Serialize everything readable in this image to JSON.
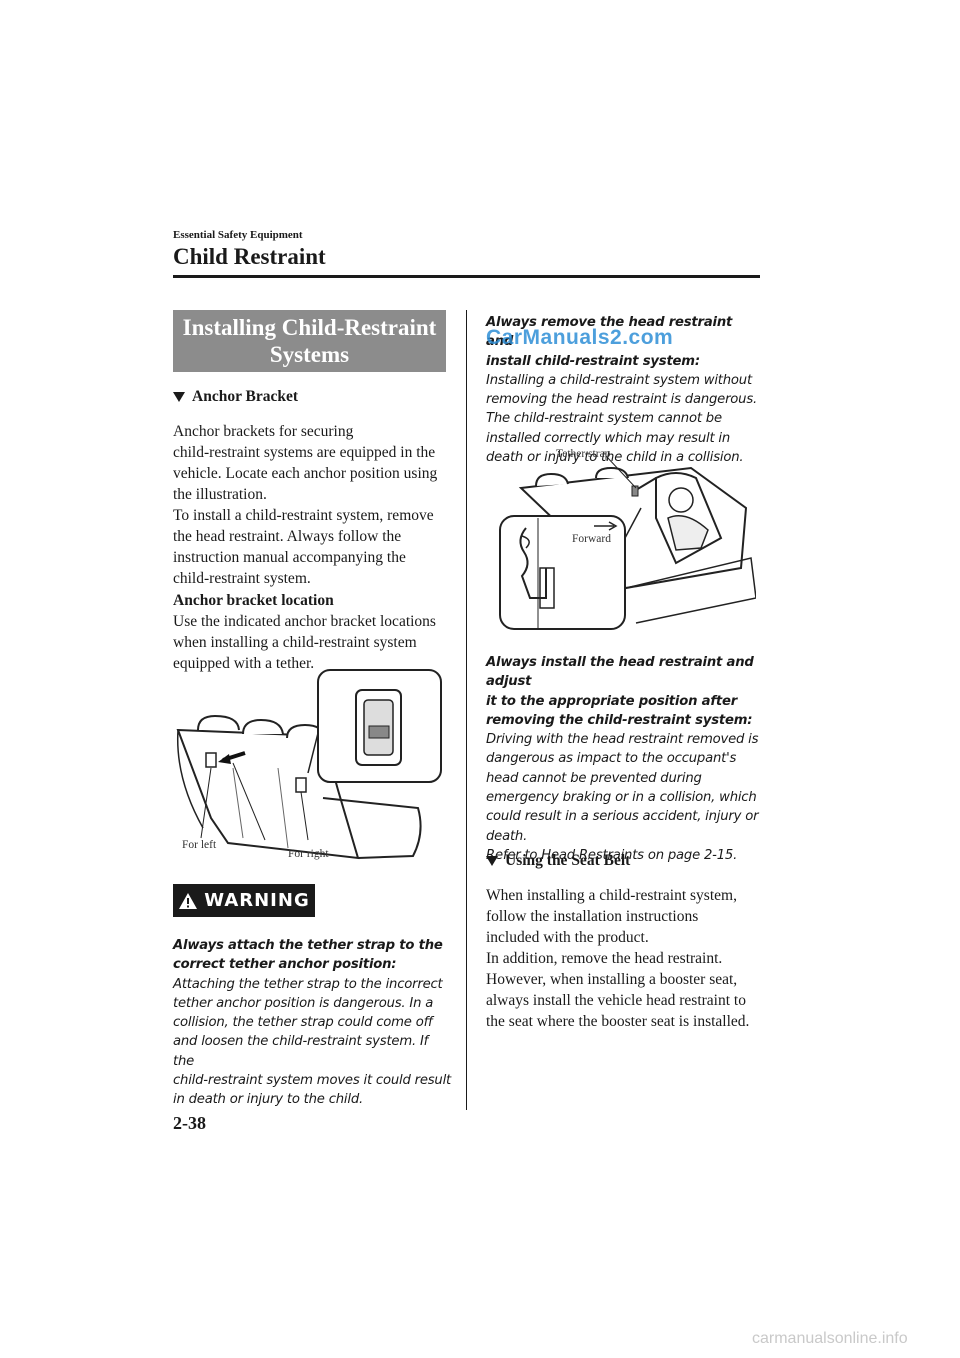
{
  "header": {
    "section": "Essential Safety Equipment",
    "title": "Child Restraint"
  },
  "left": {
    "box_title_line1": "Installing Child-Restraint",
    "box_title_line2": "Systems",
    "subhead": "Anchor Bracket",
    "para1": [
      "Anchor brackets for securing",
      "child-restraint systems are equipped in the",
      "vehicle. Locate each anchor position using",
      "the illustration.",
      "To install a child-restraint system, remove",
      "the head restraint. Always follow the",
      "instruction manual accompanying the",
      "child-restraint system."
    ],
    "subheading2": "Anchor bracket location",
    "para2": [
      "Use the indicated anchor bracket locations",
      "when installing a child-restraint system",
      "equipped with a tether."
    ],
    "figure": {
      "label_left": "For left",
      "label_right": "For right"
    },
    "warning_label": "WARNING",
    "warning_bold": [
      "Always attach the tether strap to the",
      "correct tether anchor position:"
    ],
    "warning_text": [
      "Attaching the tether strap to the incorrect",
      "tether anchor position is dangerous. In a",
      "collision, the tether strap could come off",
      "and loosen the child-restraint system. If the",
      "child-restraint system moves it could result",
      "in death or injury to the child."
    ]
  },
  "right": {
    "block1_bold": [
      "Always remove the head restraint and",
      "install child-restraint system:"
    ],
    "block1_text": [
      "Installing a child-restraint system without",
      "removing the head restraint is dangerous.",
      "The child-restraint system cannot be",
      "installed correctly which may result in",
      "death or injury to the child in a collision."
    ],
    "figure": {
      "label_tether": "Tether strap",
      "label_forward": "Forward"
    },
    "block2_bold": [
      "Always install the head restraint and adjust",
      "it to the appropriate position after",
      "removing the child-restraint system:"
    ],
    "block2_text": [
      "Driving with the head restraint removed is",
      "dangerous as impact to the occupant's",
      "head cannot be prevented during",
      "emergency braking or in a collision, which",
      "could result in a serious accident, injury or",
      "death.",
      "Refer to Head Restraints on page 2-15."
    ],
    "subhead": "Using the Seat Belt",
    "para": [
      "When installing a child-restraint system,",
      "follow the installation instructions",
      "included with the product.",
      "In addition, remove the head restraint.",
      "However, when installing a booster seat,",
      "always install the vehicle head restraint to",
      "the seat where the booster seat is installed."
    ]
  },
  "page_number": "2-38",
  "watermark": "CarManuals2.com",
  "footer_watermark": "carmanualsonline.info"
}
